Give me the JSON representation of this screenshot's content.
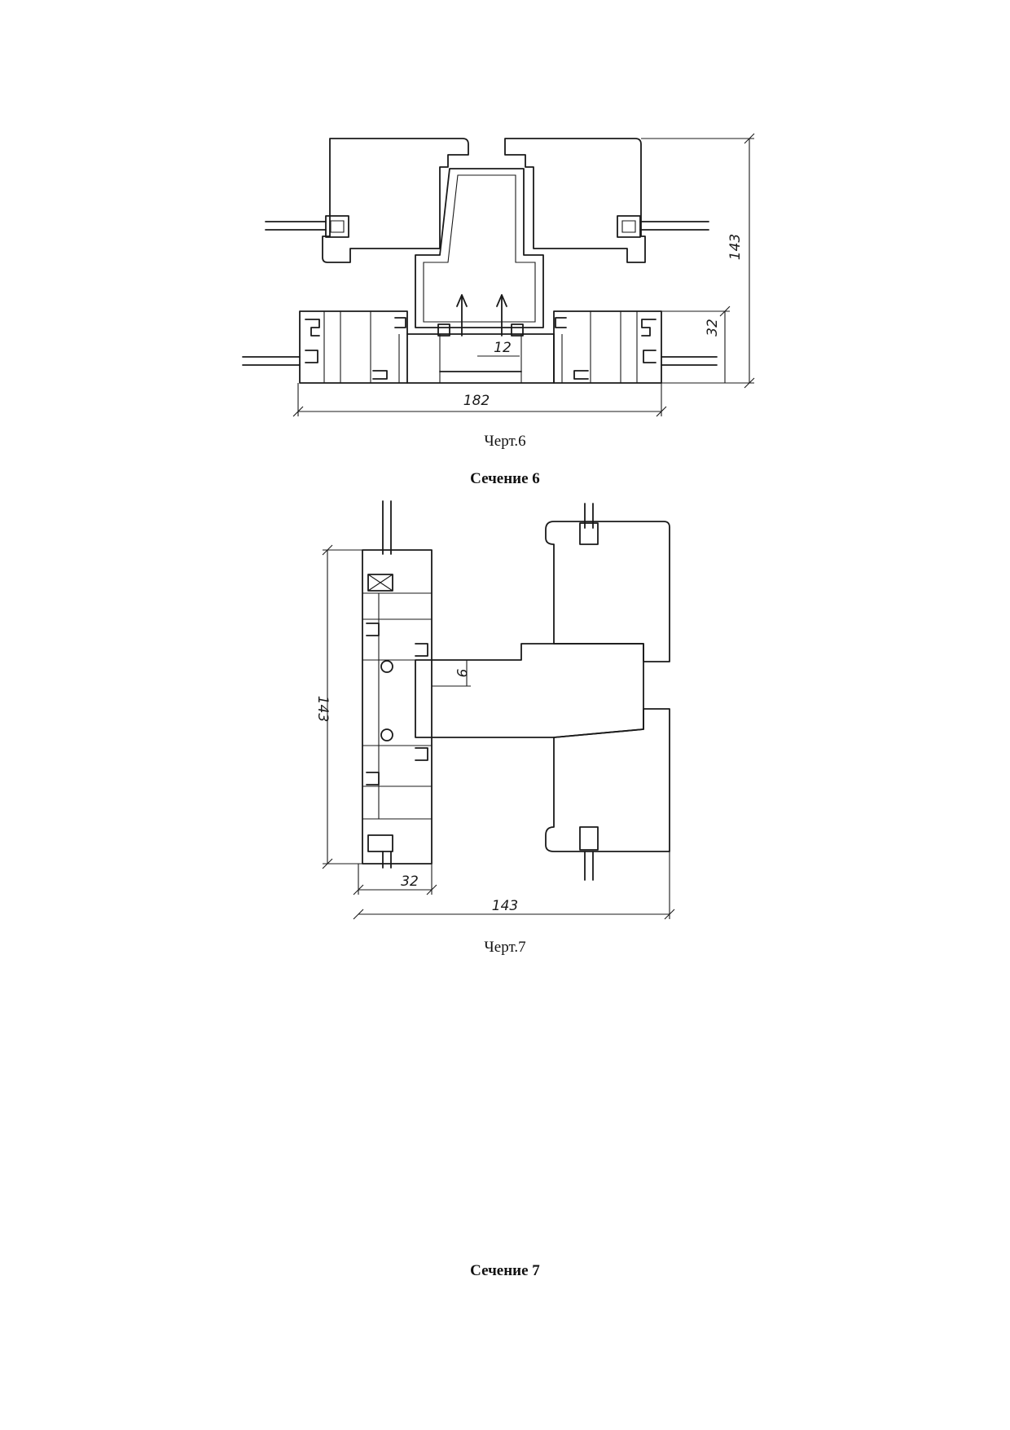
{
  "figures": [
    {
      "caption": "Черт.6",
      "dimensions": {
        "total_height": "143",
        "profile_depth": "32",
        "gap": "12",
        "total_width": "182"
      }
    },
    {
      "caption": "Черт.7",
      "dimensions": {
        "total_height": "143",
        "profile_depth": "32",
        "gap": "9",
        "total_width": "143"
      }
    }
  ],
  "sections": [
    {
      "title": "Сечение 6"
    },
    {
      "title": "Сечение 7"
    }
  ]
}
